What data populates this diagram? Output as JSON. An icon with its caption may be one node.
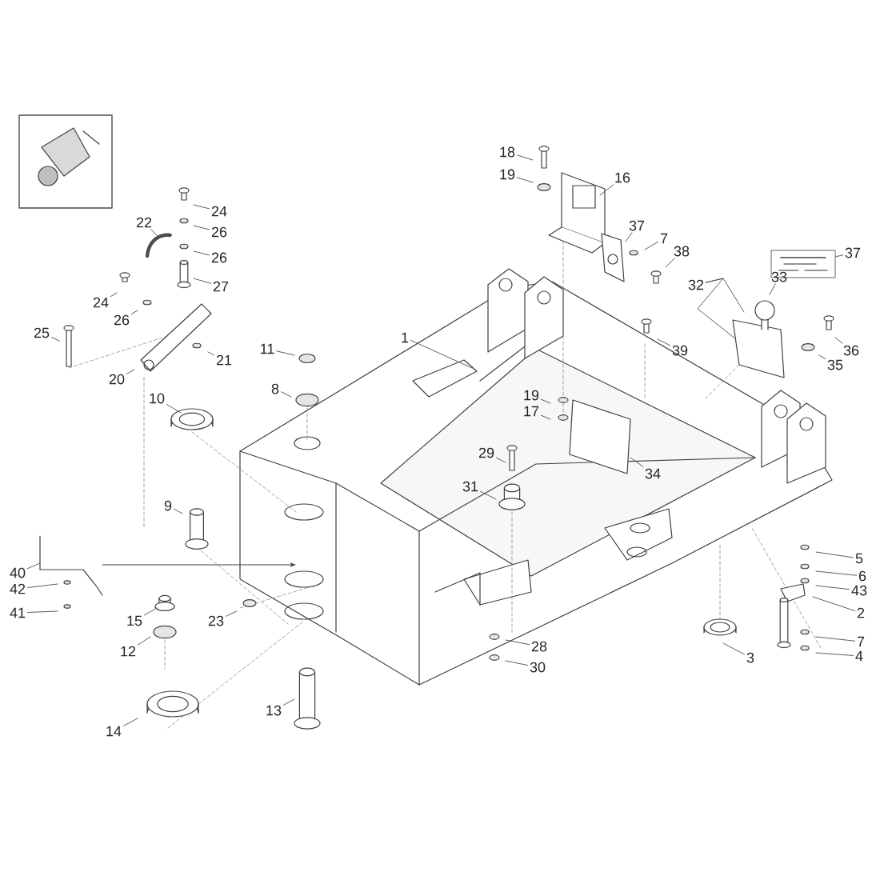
{
  "diagram": {
    "nodes": [
      {
        "text": [
          "18"
        ]
      },
      {
        "text": [
          "19"
        ]
      },
      {
        "text": [
          "16"
        ]
      },
      {
        "text": [
          "24"
        ]
      },
      {
        "text": [
          "22"
        ]
      },
      {
        "text": [
          "37"
        ]
      },
      {
        "text": [
          "26"
        ]
      },
      {
        "text": [
          "7"
        ]
      },
      {
        "text": [
          "38"
        ]
      },
      {
        "text": [],
        "shape": "box"
      },
      {
        "text": [
          "37"
        ]
      },
      {
        "text": [
          "26"
        ]
      },
      {
        "text": [
          "32"
        ]
      },
      {
        "text": [
          "27"
        ]
      },
      {
        "text": [
          "33"
        ]
      },
      {
        "text": [
          "24"
        ]
      },
      {
        "text": [
          "26"
        ]
      },
      {
        "text": [
          "25"
        ]
      },
      {
        "text": [
          "1"
        ]
      },
      {
        "text": [
          "36"
        ]
      },
      {
        "text": [
          "39"
        ]
      },
      {
        "text": [
          "21"
        ]
      },
      {
        "text": [
          "11"
        ]
      },
      {
        "text": [
          "35"
        ]
      },
      {
        "text": [
          "20"
        ]
      },
      {
        "text": [
          "8"
        ]
      },
      {
        "text": [
          "19"
        ]
      },
      {
        "text": [
          "10"
        ]
      },
      {
        "text": [
          "17"
        ]
      },
      {
        "text": [
          "29"
        ]
      },
      {
        "text": [
          "34"
        ]
      },
      {
        "text": [
          "31"
        ]
      },
      {
        "text": [
          "9"
        ]
      },
      {
        "text": [
          "5"
        ]
      },
      {
        "text": [
          "40"
        ]
      },
      {
        "text": [
          "6"
        ]
      },
      {
        "text": [
          "43"
        ]
      },
      {
        "text": [
          "42"
        ]
      },
      {
        "text": [
          "41"
        ]
      },
      {
        "text": [
          "2"
        ]
      },
      {
        "text": [
          "15"
        ]
      },
      {
        "text": [
          "23"
        ]
      },
      {
        "text": [
          "7"
        ]
      },
      {
        "text": [
          "28"
        ]
      },
      {
        "text": [
          "12"
        ]
      },
      {
        "text": [
          "3"
        ]
      },
      {
        "text": [
          "4"
        ]
      },
      {
        "text": [
          "30"
        ]
      },
      {
        "text": [
          "13"
        ]
      },
      {
        "text": [
          "14"
        ]
      }
    ],
    "edges": [
      {
        "from": 0,
        "to": null,
        "arrow": "none"
      },
      {
        "from": 1,
        "to": null,
        "arrow": "none"
      },
      {
        "from": 2,
        "to": null,
        "arrow": "none"
      },
      {
        "from": 3,
        "to": null,
        "arrow": "none"
      },
      {
        "from": 4,
        "to": null,
        "arrow": "none"
      },
      {
        "from": 5,
        "to": null,
        "arrow": "none"
      },
      {
        "from": 6,
        "to": null,
        "arrow": "none"
      },
      {
        "from": 7,
        "to": null,
        "arrow": "none"
      },
      {
        "from": 8,
        "to": null,
        "arrow": "none"
      },
      {
        "from": 10,
        "to": 9,
        "arrow": "none"
      },
      {
        "from": 11,
        "to": null,
        "arrow": "none"
      },
      {
        "from": 12,
        "to": null,
        "arrow": "none"
      },
      {
        "from": 12,
        "to": null,
        "arrow": "none"
      },
      {
        "from": 13,
        "to": null,
        "arrow": "none"
      },
      {
        "from": 14,
        "to": null,
        "arrow": "none"
      },
      {
        "from": 15,
        "to": null,
        "arrow": "none"
      },
      {
        "from": 16,
        "to": null,
        "arrow": "none"
      },
      {
        "from": 17,
        "to": null,
        "arrow": "none"
      },
      {
        "from": 18,
        "to": null,
        "arrow": "none"
      },
      {
        "from": 19,
        "to": null,
        "arrow": "none"
      },
      {
        "from": 20,
        "to": null,
        "arrow": "none"
      },
      {
        "from": 21,
        "to": null,
        "arrow": "none"
      },
      {
        "from": 22,
        "to": null,
        "arrow": "none"
      },
      {
        "from": 23,
        "to": null,
        "arrow": "none"
      },
      {
        "from": 24,
        "to": null,
        "arrow": "none"
      },
      {
        "from": 25,
        "to": null,
        "arrow": "none"
      },
      {
        "from": 26,
        "to": null,
        "arrow": "none"
      },
      {
        "from": 27,
        "to": null,
        "arrow": "none"
      },
      {
        "from": 28,
        "to": null,
        "arrow": "none"
      },
      {
        "from": 29,
        "to": null,
        "arrow": "none"
      },
      {
        "from": 30,
        "to": null,
        "arrow": "none"
      },
      {
        "from": 31,
        "to": null,
        "arrow": "none"
      },
      {
        "from": 32,
        "to": null,
        "arrow": "none"
      },
      {
        "from": 33,
        "to": null,
        "arrow": "none"
      },
      {
        "from": 34,
        "to": null,
        "arrow": "none"
      },
      {
        "from": 35,
        "to": null,
        "arrow": "none"
      },
      {
        "from": 36,
        "to": null,
        "arrow": "none"
      },
      {
        "from": 37,
        "to": null,
        "arrow": "none"
      },
      {
        "from": 38,
        "to": null,
        "arrow": "none"
      },
      {
        "from": 39,
        "to": null,
        "arrow": "none"
      },
      {
        "from": 40,
        "to": null,
        "arrow": "none"
      },
      {
        "from": 41,
        "to": null,
        "arrow": "none"
      },
      {
        "from": 42,
        "to": null,
        "arrow": "none"
      },
      {
        "from": 43,
        "to": null,
        "arrow": "none"
      },
      {
        "from": 44,
        "to": null,
        "arrow": "none"
      },
      {
        "from": 45,
        "to": null,
        "arrow": "none"
      },
      {
        "from": 46,
        "to": null,
        "arrow": "none"
      },
      {
        "from": 47,
        "to": null,
        "arrow": "none"
      },
      {
        "from": 48,
        "to": null,
        "arrow": "none"
      },
      {
        "from": 49,
        "to": null,
        "arrow": "none"
      }
    ]
  }
}
